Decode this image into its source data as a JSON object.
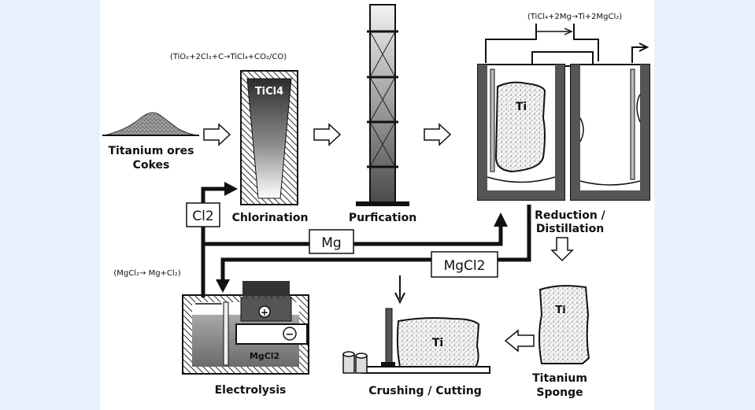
{
  "labels": {
    "ores_line1": "Titanium ores",
    "ores_line2": "Cokes",
    "chlorination": "Chlorination",
    "purification": "Purfication",
    "reduction_line1": "Reduction /",
    "reduction_line2": "Distillation",
    "electrolysis": "Electrolysis",
    "crushing": "Crushing / Cutting",
    "sponge_line1": "Titanium",
    "sponge_line2": "Sponge"
  },
  "equations": {
    "chlorination": "(TiO₂+2Cl₂+C→TiCl₄+CO₂/CO)",
    "reduction": "(TiCl₄+2Mg→Ti+2MgCl₂)",
    "electrolysis": "(MgCl₂→ Mg+Cl₂)"
  },
  "vessel_labels": {
    "ticl4": "TiCl4",
    "ti_reactor": "Ti",
    "ti_sponge": "Ti",
    "ti_crushed": "Ti",
    "mgcl2_cell": "MgCl2"
  },
  "flow_boxes": {
    "cl2": "Cl2",
    "mg": "Mg",
    "mgcl2": "MgCl2"
  },
  "electrodes": {
    "anode": "+",
    "cathode": "−"
  },
  "colors": {
    "background": "#e8f1fb",
    "panel": "#ffffff",
    "ink": "#111111",
    "dark_gray": "#555555",
    "mid_gray": "#9a9a9a",
    "light_gray": "#d6d6d6"
  }
}
